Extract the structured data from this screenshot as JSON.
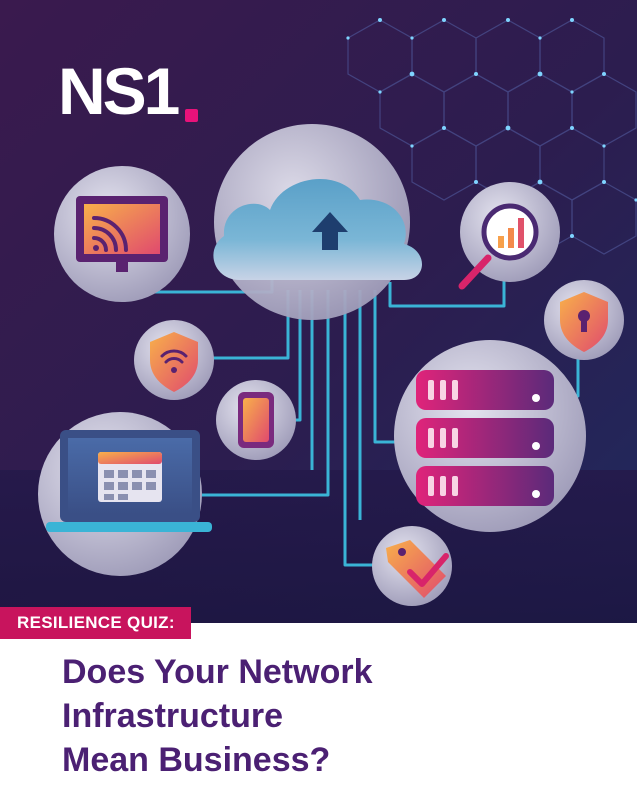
{
  "brand": {
    "logo_text": "NS1",
    "dot_color": "#e8127a"
  },
  "banner": {
    "label": "RESILIENCE QUIZ:",
    "color": "#c8145d"
  },
  "headline": {
    "lines": [
      "Does Your Network",
      "Infrastructure",
      "Mean Business?"
    ],
    "color": "#4b2073"
  },
  "illustration": {
    "center": "cloud-upload-icon",
    "devices": [
      "monitor-cast-icon",
      "search-analytics-icon",
      "wifi-shield-icon",
      "lock-shield-icon",
      "smartphone-icon",
      "server-stack-icon",
      "laptop-calendar-icon",
      "price-tag-check-icon"
    ],
    "colors": {
      "background": "#2d1a4d",
      "circuit": "#3ab4d6",
      "accent_orange": "#f7a04b",
      "accent_pink": "#d8246a"
    }
  }
}
